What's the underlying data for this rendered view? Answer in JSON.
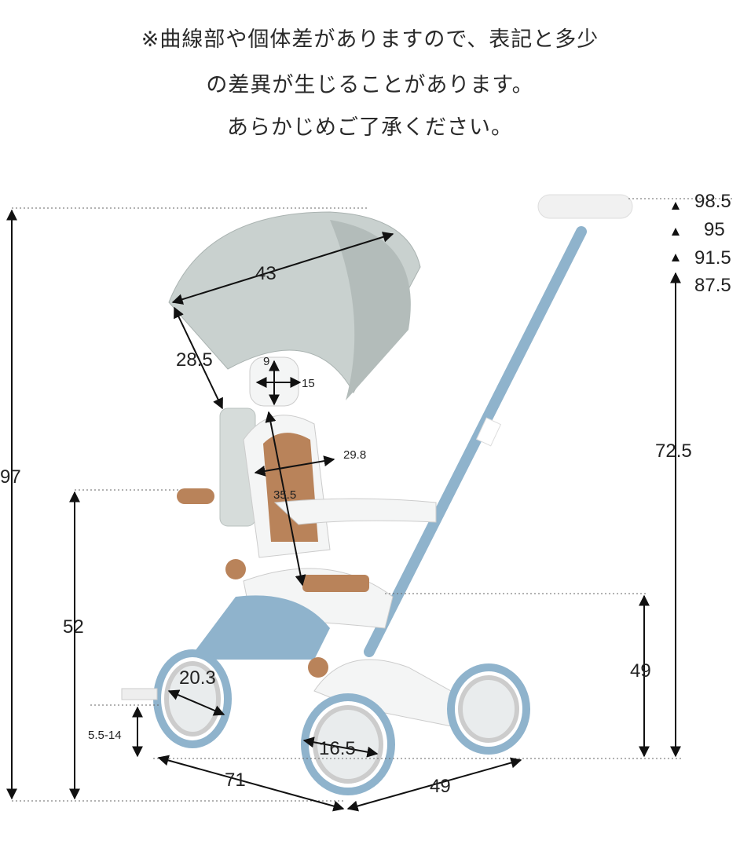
{
  "notice": {
    "line1": "※曲線部や個体差がありますので、表記と多少",
    "line2": "の差異が生じることがあります。",
    "line3": "あらかじめご了承ください。"
  },
  "dimensions": {
    "handle_heights": [
      "98.5",
      "95",
      "91.5",
      "87.5"
    ],
    "push_bar_height": "72.5",
    "total_height": "97",
    "seat_back_height": "52",
    "rear_height": "49",
    "canopy_width": "43",
    "canopy_depth": "28.5",
    "headrest_height": "9",
    "headrest_width": "15",
    "seat_width": "29.8",
    "backrest_height": "35.5",
    "front_wheel": "20.3",
    "footrest_height": "5.5-14",
    "rear_wheel": "16.5",
    "length": "71",
    "width": "49"
  },
  "colors": {
    "frame_blue": "#8fb3cc",
    "canopy_gray": "#c9d1cf",
    "seat_brown": "#b9835a",
    "white_body": "#f4f5f5"
  }
}
